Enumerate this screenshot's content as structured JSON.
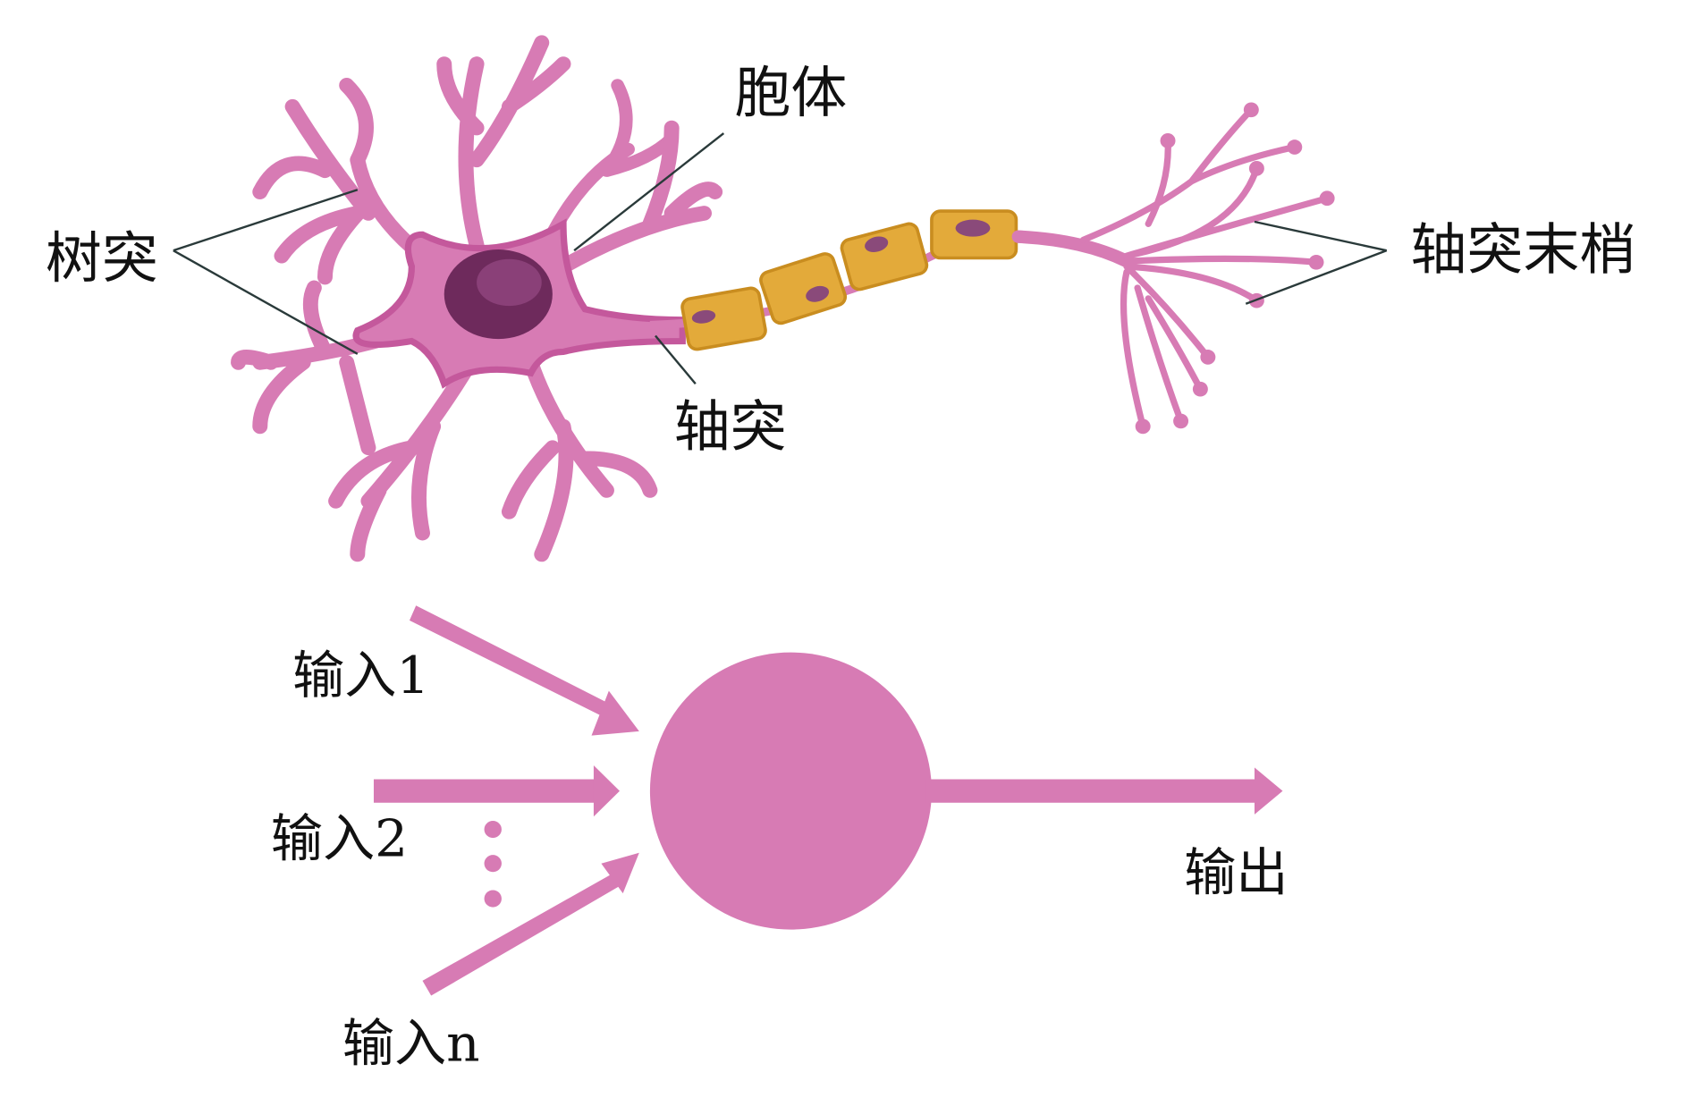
{
  "neuron": {
    "labels": {
      "dendrite": "树突",
      "soma": "胞体",
      "axon": "轴突",
      "axon_terminal": "轴突末梢"
    }
  },
  "model": {
    "inputs": [
      "输入1",
      "输入2",
      "输入n"
    ],
    "output": "输出"
  },
  "colors": {
    "pink": "#d77bb4",
    "soma_dark": "#c4589c",
    "nucleus": "#6e2a5c",
    "myelin": "#e3aa3a",
    "myelin_nucleus": "#8a4a7a"
  }
}
